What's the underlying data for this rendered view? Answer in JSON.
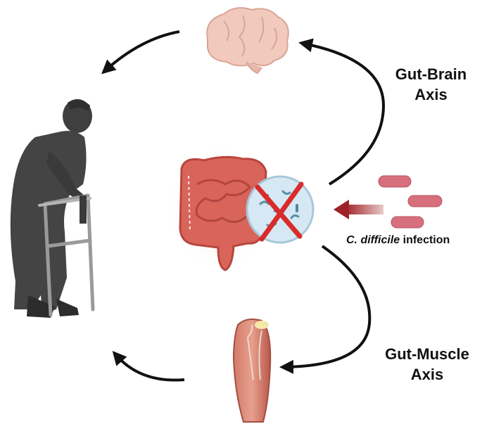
{
  "labels": {
    "gut_brain_line1": "Gut-Brain",
    "gut_brain_line2": "Axis",
    "gut_muscle_line1": "Gut-Muscle",
    "gut_muscle_line2": "Axis",
    "infection_prefix": "C. ",
    "infection_species": "difficile",
    "infection_suffix": " infection"
  },
  "colors": {
    "arrow": "#111111",
    "infection_arrow": "#a0282c",
    "elder_silhouette": "#3f3f3f",
    "brain": "#f2c9bd",
    "intestine": "#d9645a",
    "intestine_glow": "#f4b2b2",
    "microbiome_circle": "#cfe3f0",
    "cross": "#d92b2b",
    "bacteria": "#d86f7d",
    "muscle": "#c9604f"
  },
  "icons": [
    "elderly-person-with-walker",
    "brain",
    "intestine",
    "microbiome-with-cross",
    "c-difficile-bacteria",
    "leg-muscle"
  ]
}
